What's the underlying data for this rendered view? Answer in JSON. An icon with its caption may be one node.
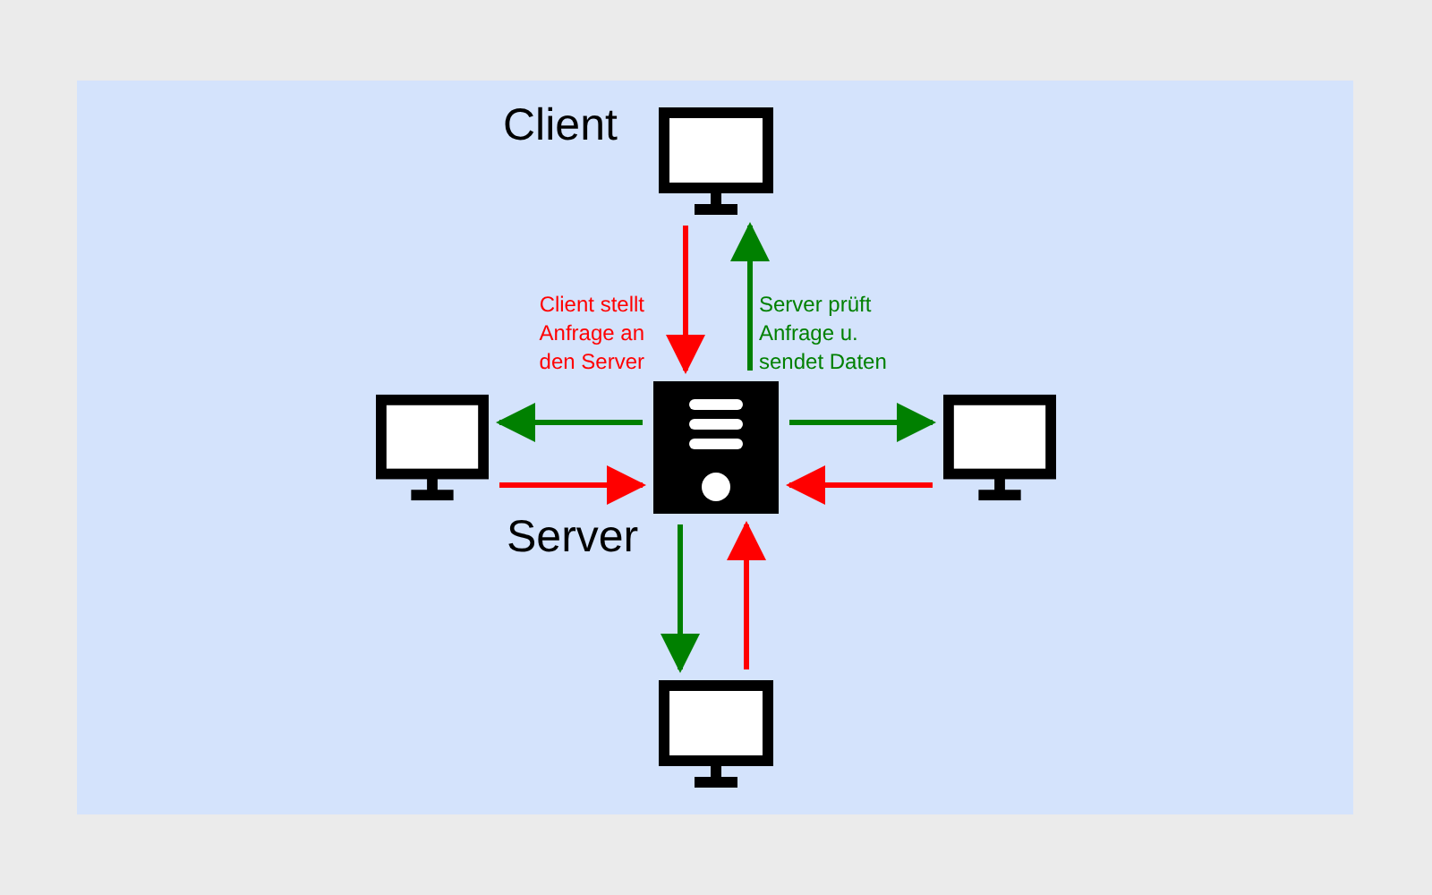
{
  "diagram": {
    "nodes": [
      {
        "text": [],
        "shape": "monitor",
        "beside": [
          "Client"
        ]
      },
      {
        "text": [],
        "shape": "monitor"
      },
      {
        "text": [],
        "shape": "server",
        "beside": [
          "Server"
        ]
      },
      {
        "text": [],
        "shape": "monitor"
      },
      {
        "text": [],
        "shape": "monitor"
      }
    ],
    "edges": [
      {
        "from": 0,
        "to": 2,
        "arrow": "to",
        "color": "#ff0000",
        "label": "Client stellt Anfrage an den Server"
      },
      {
        "from": 2,
        "to": 0,
        "arrow": "to",
        "color": "#008000",
        "label": "Server prüft Anfrage u. sendet Daten"
      },
      {
        "from": 2,
        "to": 1,
        "arrow": "to",
        "color": "#008000"
      },
      {
        "from": 1,
        "to": 2,
        "arrow": "to",
        "color": "#ff0000"
      },
      {
        "from": 2,
        "to": 3,
        "arrow": "to",
        "color": "#008000"
      },
      {
        "from": 3,
        "to": 2,
        "arrow": "to",
        "color": "#ff0000"
      },
      {
        "from": 2,
        "to": 4,
        "arrow": "to",
        "color": "#008000"
      },
      {
        "from": 4,
        "to": 2,
        "arrow": "to",
        "color": "#ff0000"
      }
    ]
  }
}
